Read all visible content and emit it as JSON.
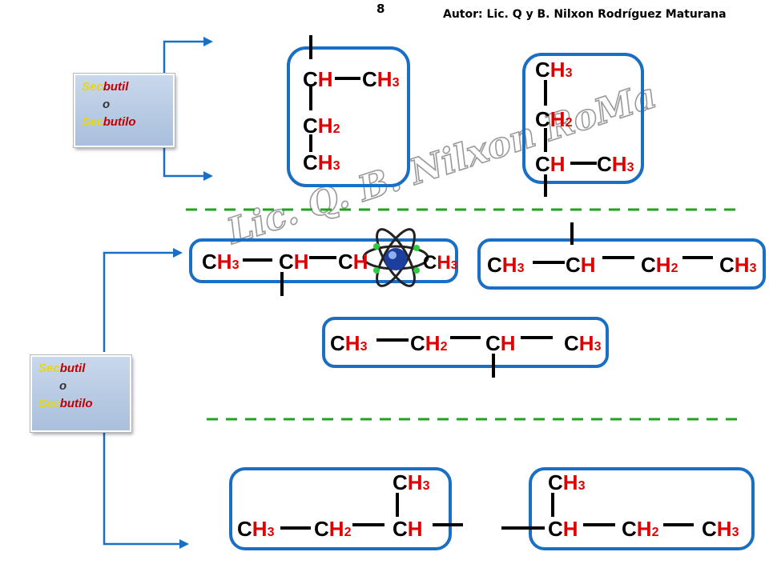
{
  "header": {
    "page_number": "8",
    "author": "Autor: Lic. Q y B.  Nilxon Rodríguez Maturana"
  },
  "watermark": "Lic. Q. B. Nilxon RoMa",
  "labels": [
    {
      "part1": "Sec",
      "part2": "butil",
      "connector": "o",
      "part3": "Sec",
      "part4": "butilo"
    },
    {
      "part1": "Sec",
      "part2": "butil",
      "connector": "o",
      "part3": "Sec",
      "part4": "butilo"
    }
  ],
  "groups": {
    "ch": "CH",
    "ch2": "CH2",
    "ch3": "CH3",
    "ch_black": "C",
    "ch_red": "H",
    "sub2": "2",
    "sub3": "3"
  },
  "colors": {
    "box_border": "#1a6fc4",
    "arrow": "#1a6fc4",
    "carbon": "#000000",
    "hydrogen": "#e00000",
    "dash": "#1fa321"
  }
}
